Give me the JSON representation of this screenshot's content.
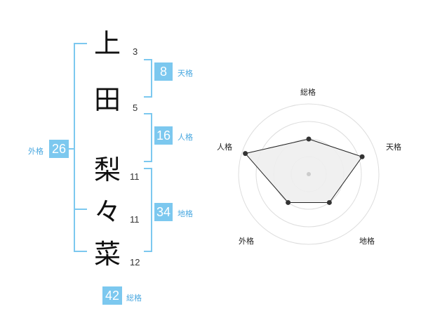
{
  "name": {
    "chars": [
      {
        "char": "上",
        "strokes": "3"
      },
      {
        "char": "田",
        "strokes": "5"
      },
      {
        "char": "梨",
        "strokes": "11"
      },
      {
        "char": "々",
        "strokes": "11"
      },
      {
        "char": "菜",
        "strokes": "12"
      }
    ]
  },
  "kaku": {
    "tenkaku": {
      "value": "8",
      "label": "天格"
    },
    "jinkaku": {
      "value": "16",
      "label": "人格"
    },
    "chikaku": {
      "value": "34",
      "label": "地格"
    },
    "gaikaku": {
      "value": "26",
      "label": "外格"
    },
    "soukaku": {
      "value": "42",
      "label": "総格"
    }
  },
  "colors": {
    "accent": "#7cc8ef",
    "line": "#7cc8ef",
    "radar_fill": "#eeeeee",
    "ring": "#dddddd"
  },
  "chart_data": {
    "type": "radar",
    "axes": [
      "総格",
      "天格",
      "地格",
      "外格",
      "人格"
    ],
    "values": [
      0.5,
      0.8,
      0.5,
      0.5,
      0.95
    ],
    "rings": 4,
    "max": 1
  }
}
